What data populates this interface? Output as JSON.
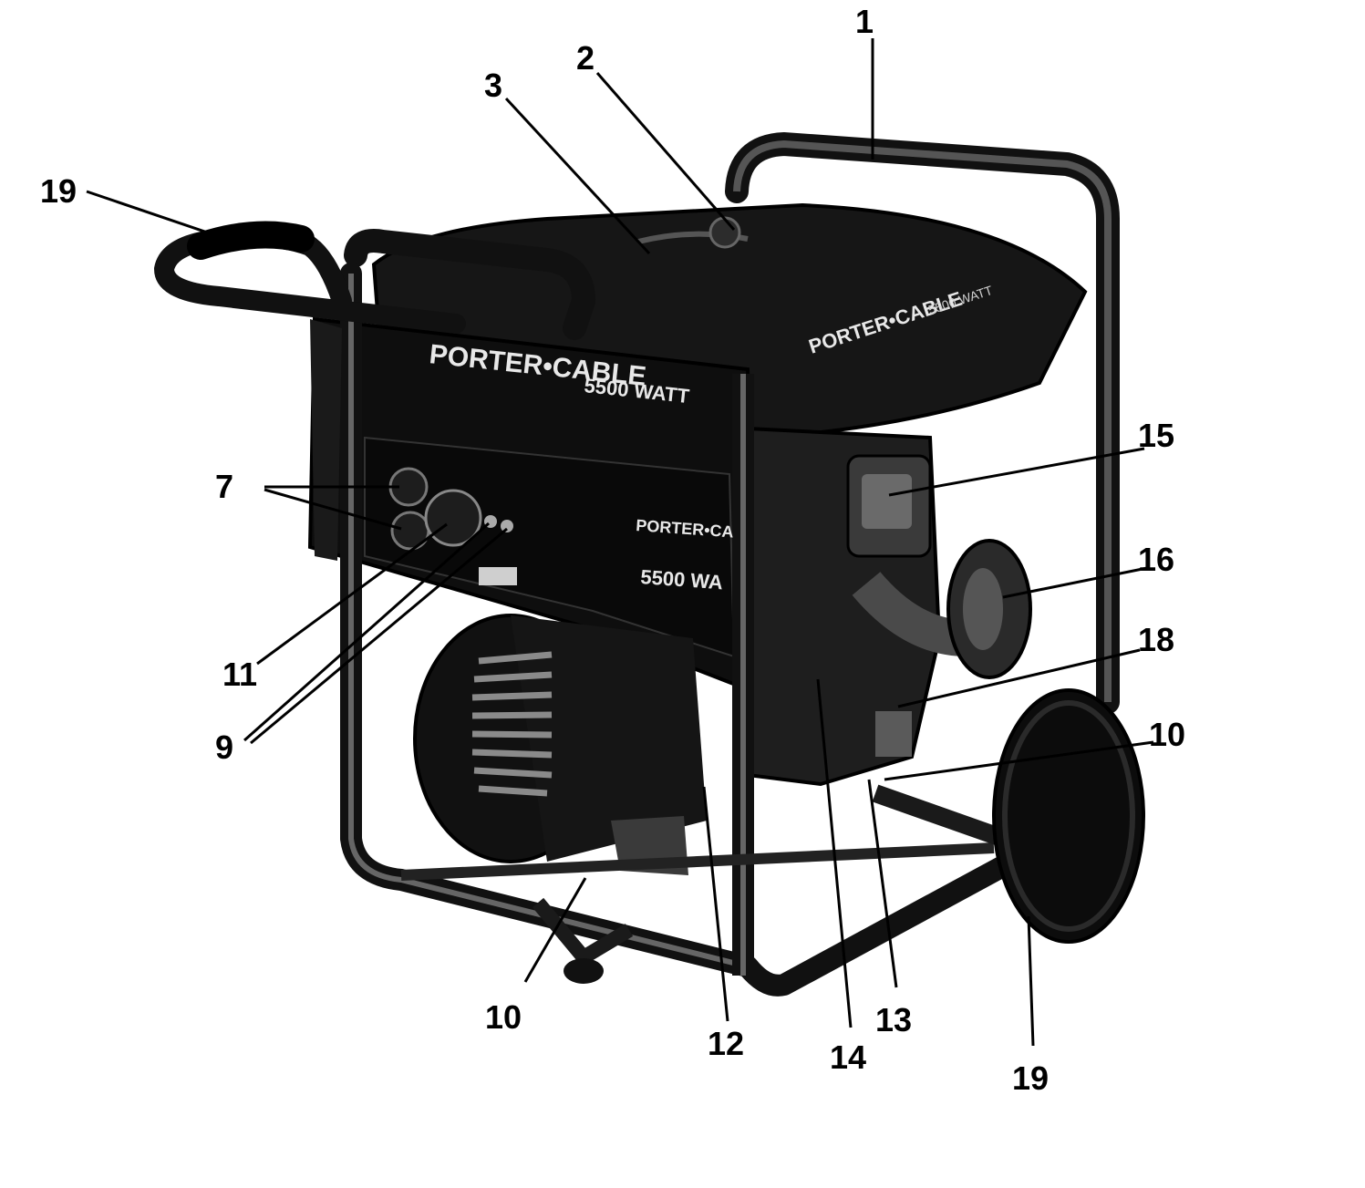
{
  "callouts": {
    "c1": "1",
    "c2": "2",
    "c3": "3",
    "c19_handle": "19",
    "c7": "7",
    "c11": "11",
    "c9": "9",
    "c15": "15",
    "c16": "16",
    "c18": "18",
    "c10_right": "10",
    "c10_bottom": "10",
    "c12": "12",
    "c14": "14",
    "c13": "13",
    "c19_wheel": "19"
  },
  "labels": {
    "brand_front": "PORTER•CABLE",
    "brand_top": "PORTER•CABLE",
    "brand_panel": "PORTER•CA",
    "wattage_front": "5500 WATT",
    "wattage_panel": "5500 WA",
    "wattage_top": "5500 WATT"
  },
  "colors": {
    "ink": "#000000",
    "body": "#1a1a1a",
    "paper": "#ffffff"
  }
}
